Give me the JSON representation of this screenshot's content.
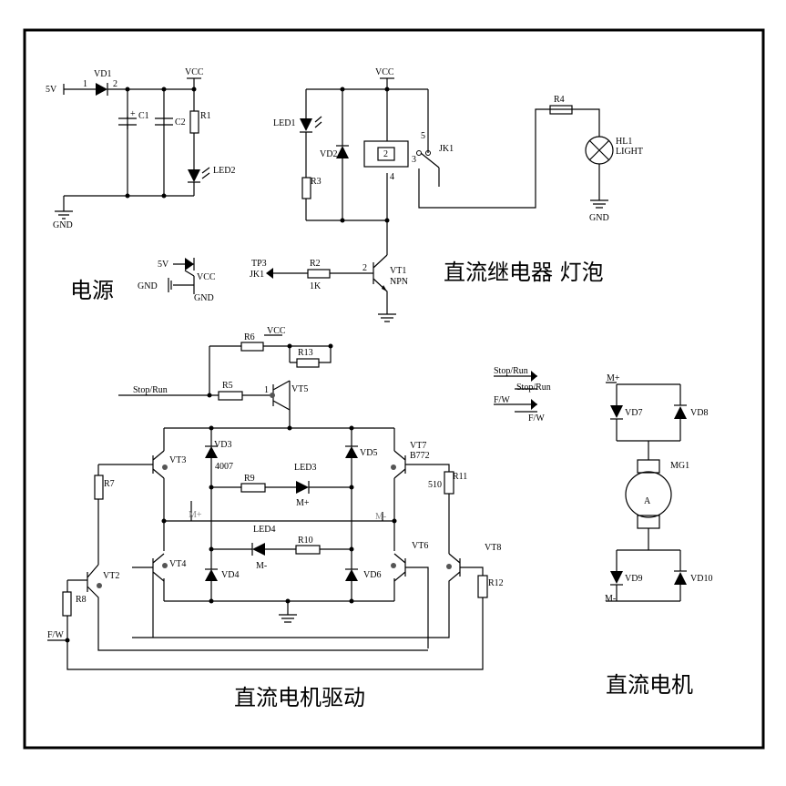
{
  "sections": {
    "power": "电源",
    "relay": "直流继电器 灯泡",
    "driver": "直流电机驱动",
    "motor": "直流电机"
  },
  "labels": {
    "v5": "5V",
    "vd1": "VD1",
    "n1": "1",
    "n2": "2",
    "vcc": "VCC",
    "c1": "C1",
    "c2": "C2",
    "r1": "R1",
    "led2": "LED2",
    "gnd": "GND",
    "led1": "LED1",
    "vd2": "VD2",
    "r3": "R3",
    "relay_pin": "2",
    "p3": "3",
    "p4": "4",
    "p5": "5",
    "jk1": "JK1",
    "r4": "R4",
    "hl1": "HL1",
    "light": "LIGHT",
    "tp3": "TP3",
    "jk1b": "JK1",
    "r2": "R2",
    "r2v": "1K",
    "vt1": "VT1",
    "npn": "NPN",
    "gnd_sym": "GND",
    "v5b": "5V",
    "vccb": "VCC",
    "gndb": "GND",
    "r6": "R6",
    "vcc2": "VCC",
    "r13": "R13",
    "stop": "Stop/Run",
    "r5": "R5",
    "vt5": "VT5",
    "vd3": "VD3",
    "v4007": "4007",
    "vd5": "VD5",
    "vt3": "VT3",
    "vt7": "VT7",
    "b772": "B772",
    "r7": "R7",
    "r9": "R9",
    "led3": "LED3",
    "mplus": "M+",
    "mplus2": "M+",
    "r11": "R11",
    "r11v": "510",
    "led4": "LED4",
    "r10": "R10",
    "mminus": "M-",
    "mminus2": "M-",
    "vt4": "VT4",
    "vd4": "VD4",
    "vd6": "VD6",
    "vt6": "VT6",
    "vt8": "VT8",
    "vt2": "VT2",
    "r8": "R8",
    "r12": "R12",
    "fw": "F/W",
    "stop_a": "Stop/Run",
    "stop_b": "Stop/Run",
    "fw_a": "F/W",
    "fw_b": "F/W",
    "mplus_r": "M+",
    "vd7": "VD7",
    "vd8": "VD8",
    "mg1": "MG1",
    "amp": "A",
    "vd9": "VD9",
    "vd10": "VD10",
    "mminus_r": "M-"
  }
}
